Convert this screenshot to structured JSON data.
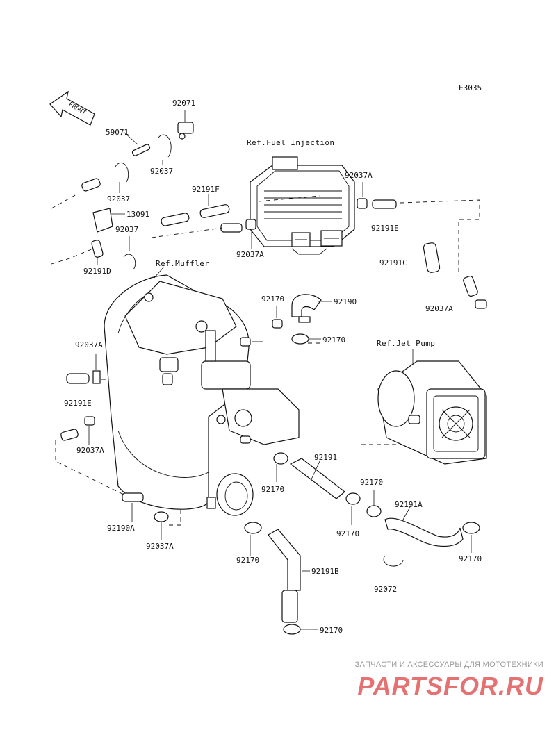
{
  "diagram_code": "E3035",
  "front_arrow_label": "FRONT",
  "refs": {
    "fuel_injection": "Ref.Fuel Injection",
    "muffler": "Ref.Muffler",
    "jet_pump": "Ref.Jet Pump"
  },
  "part_labels": {
    "p92071": "92071",
    "p59071": "59071",
    "p92037_top": "92037",
    "p92037_left": "92037",
    "p13091": "13091",
    "p92037_mid": "92037",
    "p92191D": "92191D",
    "p92191F": "92191F",
    "p92037A_fi": "92037A",
    "p92037A_fi_low": "92037A",
    "p92191E_right": "92191E",
    "p92191C": "92191C",
    "p92037A_right": "92037A",
    "p92170_a": "92170",
    "p92190": "92190",
    "p92170_b": "92170",
    "p92037A_left": "92037A",
    "p92191E_left": "92191E",
    "p92037A_left2": "92037A",
    "p92190A": "92190A",
    "p92037A_bottom": "92037A",
    "p92191": "92191",
    "p92170_c": "92170",
    "p92170_d": "92170",
    "p92170_e": "92170",
    "p92191A": "92191A",
    "p92170_f": "92170",
    "p92170_g": "92170",
    "p92191B": "92191B",
    "p92072": "92072",
    "p92170_h": "92170"
  },
  "watermark": {
    "tagline": "ЗАПЧАСТИ И АКСЕССУАРЫ ДЛЯ МОТОТЕХНИКИ",
    "brand": "PARTSFOR.RU"
  }
}
